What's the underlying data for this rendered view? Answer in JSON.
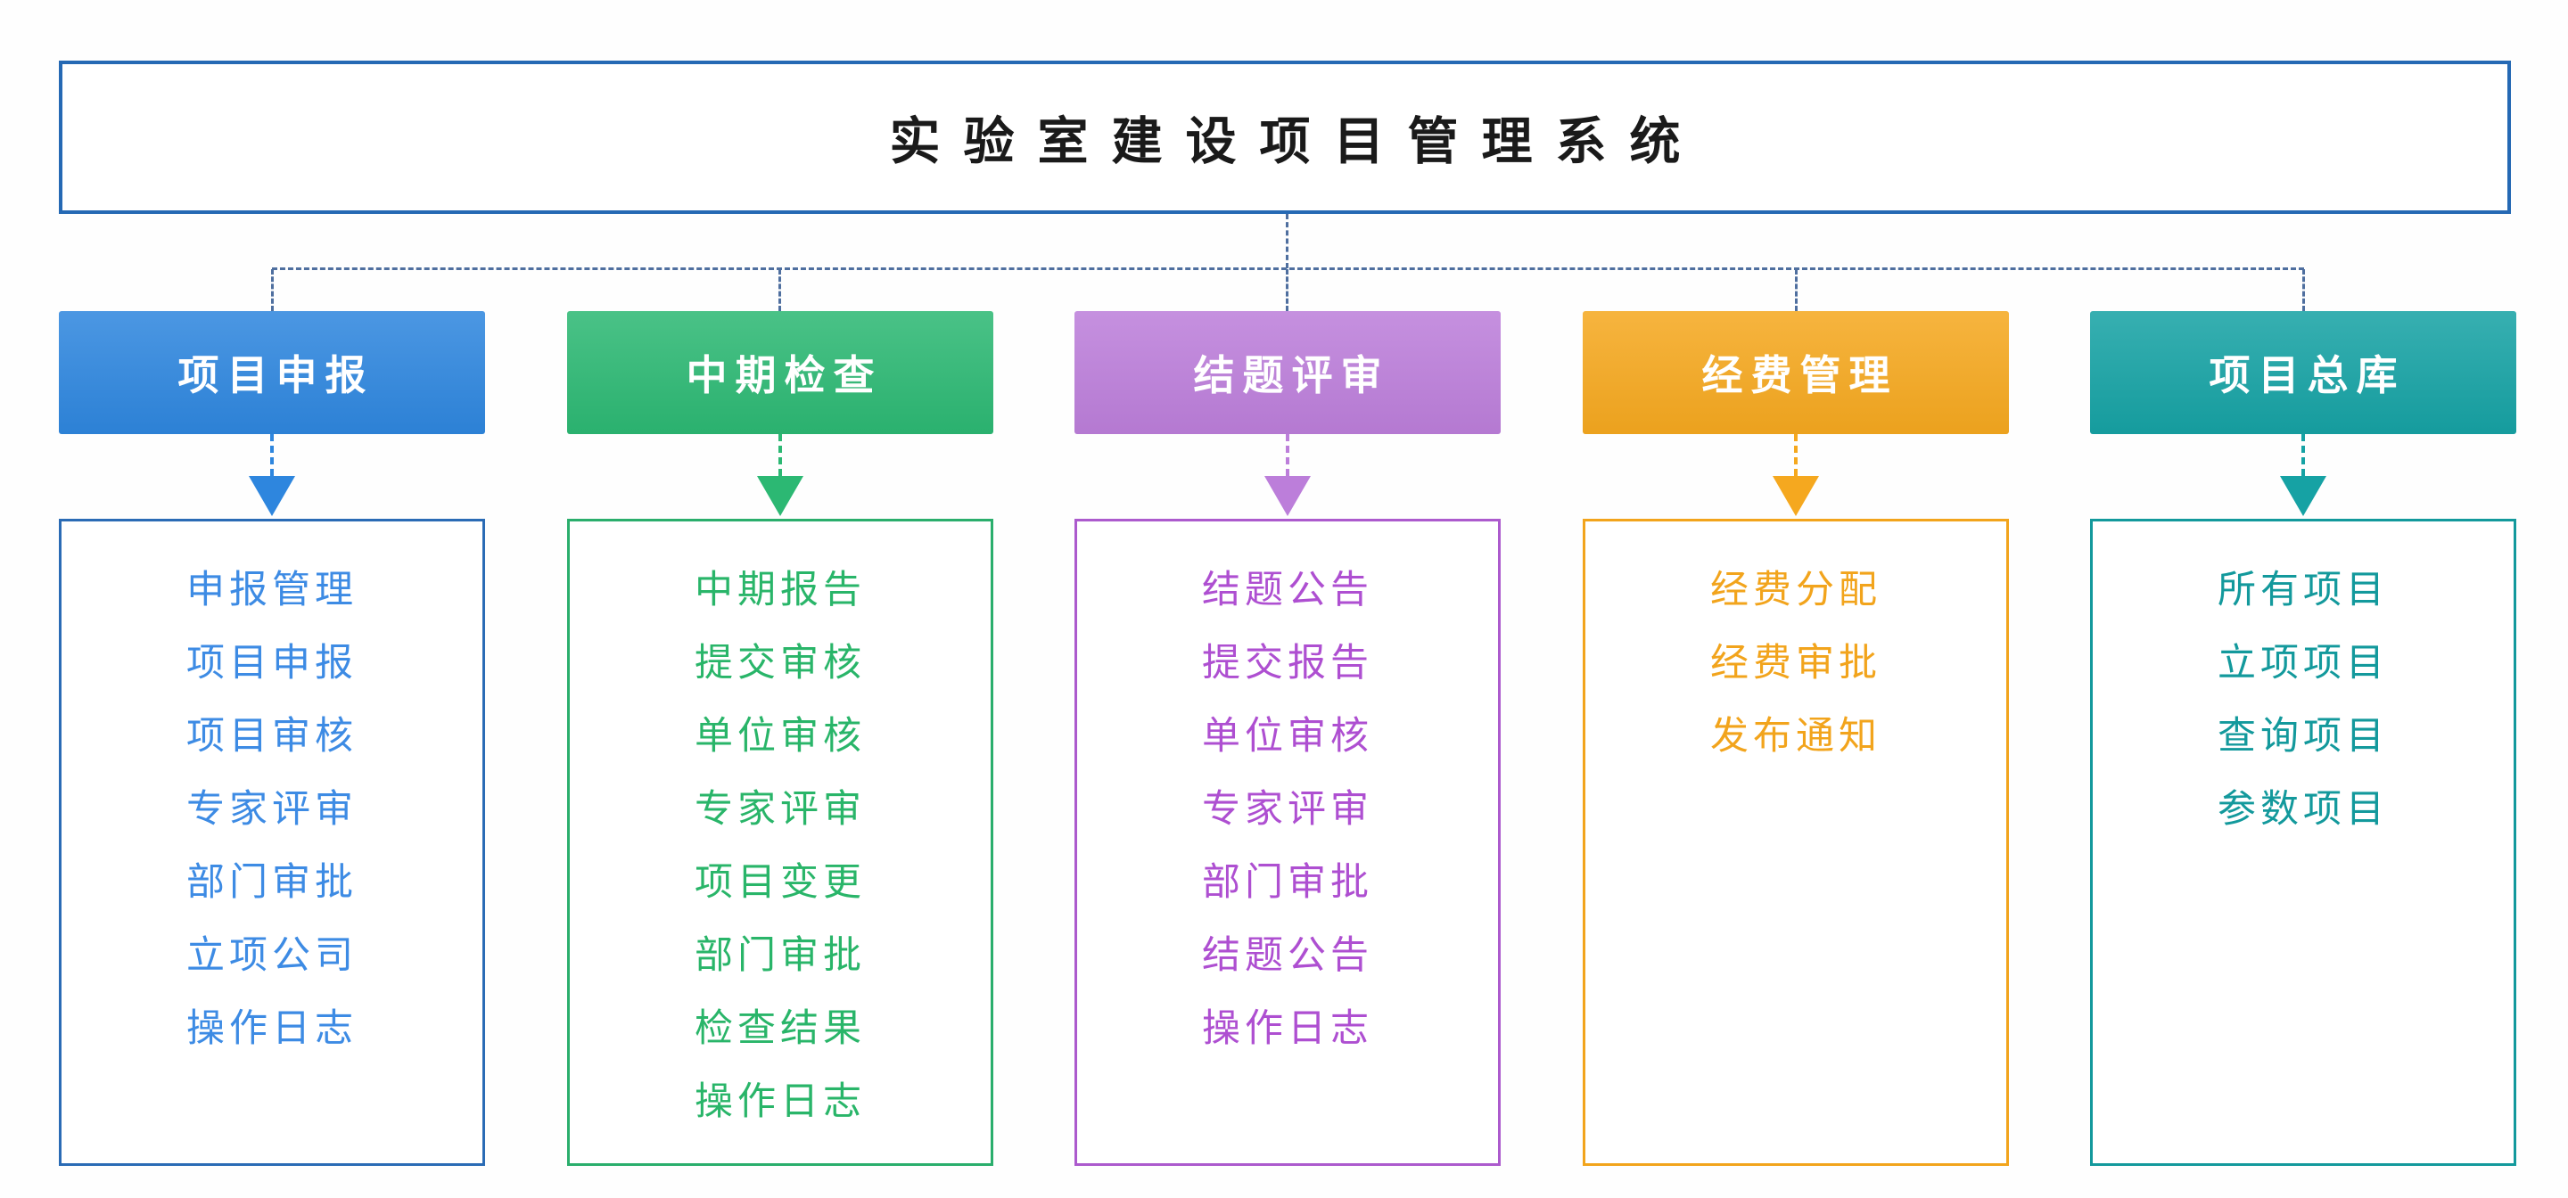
{
  "title": "实验室建设项目管理系统",
  "palette": {
    "connector": "#4F6F9F",
    "title_border": "#2569B4",
    "title_text": "#1A1A1A",
    "header_text": "#FFFFFF"
  },
  "columns": [
    {
      "id": "project-declaration",
      "header": "项目申报",
      "color": "#2E86DE",
      "border_color": "#2A6BB5",
      "text_color": "#3D8BE4",
      "items": [
        "申报管理",
        "项目申报",
        "项目审核",
        "专家评审",
        "部门审批",
        "立项公司",
        "操作日志"
      ]
    },
    {
      "id": "midterm-inspection",
      "header": "中期检查",
      "color": "#2CB873",
      "border_color": "#2AAE6C",
      "text_color": "#29B569",
      "items": [
        "中期报告",
        "提交审核",
        "单位审核",
        "专家评审",
        "项目变更",
        "部门审批",
        "检查结果",
        "操作日志"
      ]
    },
    {
      "id": "conclusion-review",
      "header": "结题评审",
      "color": "#BC7EDA",
      "border_color": "#AC5ACD",
      "text_color": "#AE4FD1",
      "items": [
        "结题公告",
        "提交报告",
        "单位审核",
        "专家评审",
        "部门审批",
        "结题公告",
        "操作日志"
      ]
    },
    {
      "id": "funds-management",
      "header": "经费管理",
      "color": "#F5A81F",
      "border_color": "#F2A41C",
      "text_color": "#F2A41C",
      "items": [
        "经费分配",
        "经费审批",
        "发布通知"
      ]
    },
    {
      "id": "project-repository",
      "header": "项目总库",
      "color": "#16A2A4",
      "border_color": "#13999C",
      "text_color": "#13999C",
      "items": [
        "所有项目",
        "立项项目",
        "查询项目",
        "参数项目"
      ]
    }
  ]
}
